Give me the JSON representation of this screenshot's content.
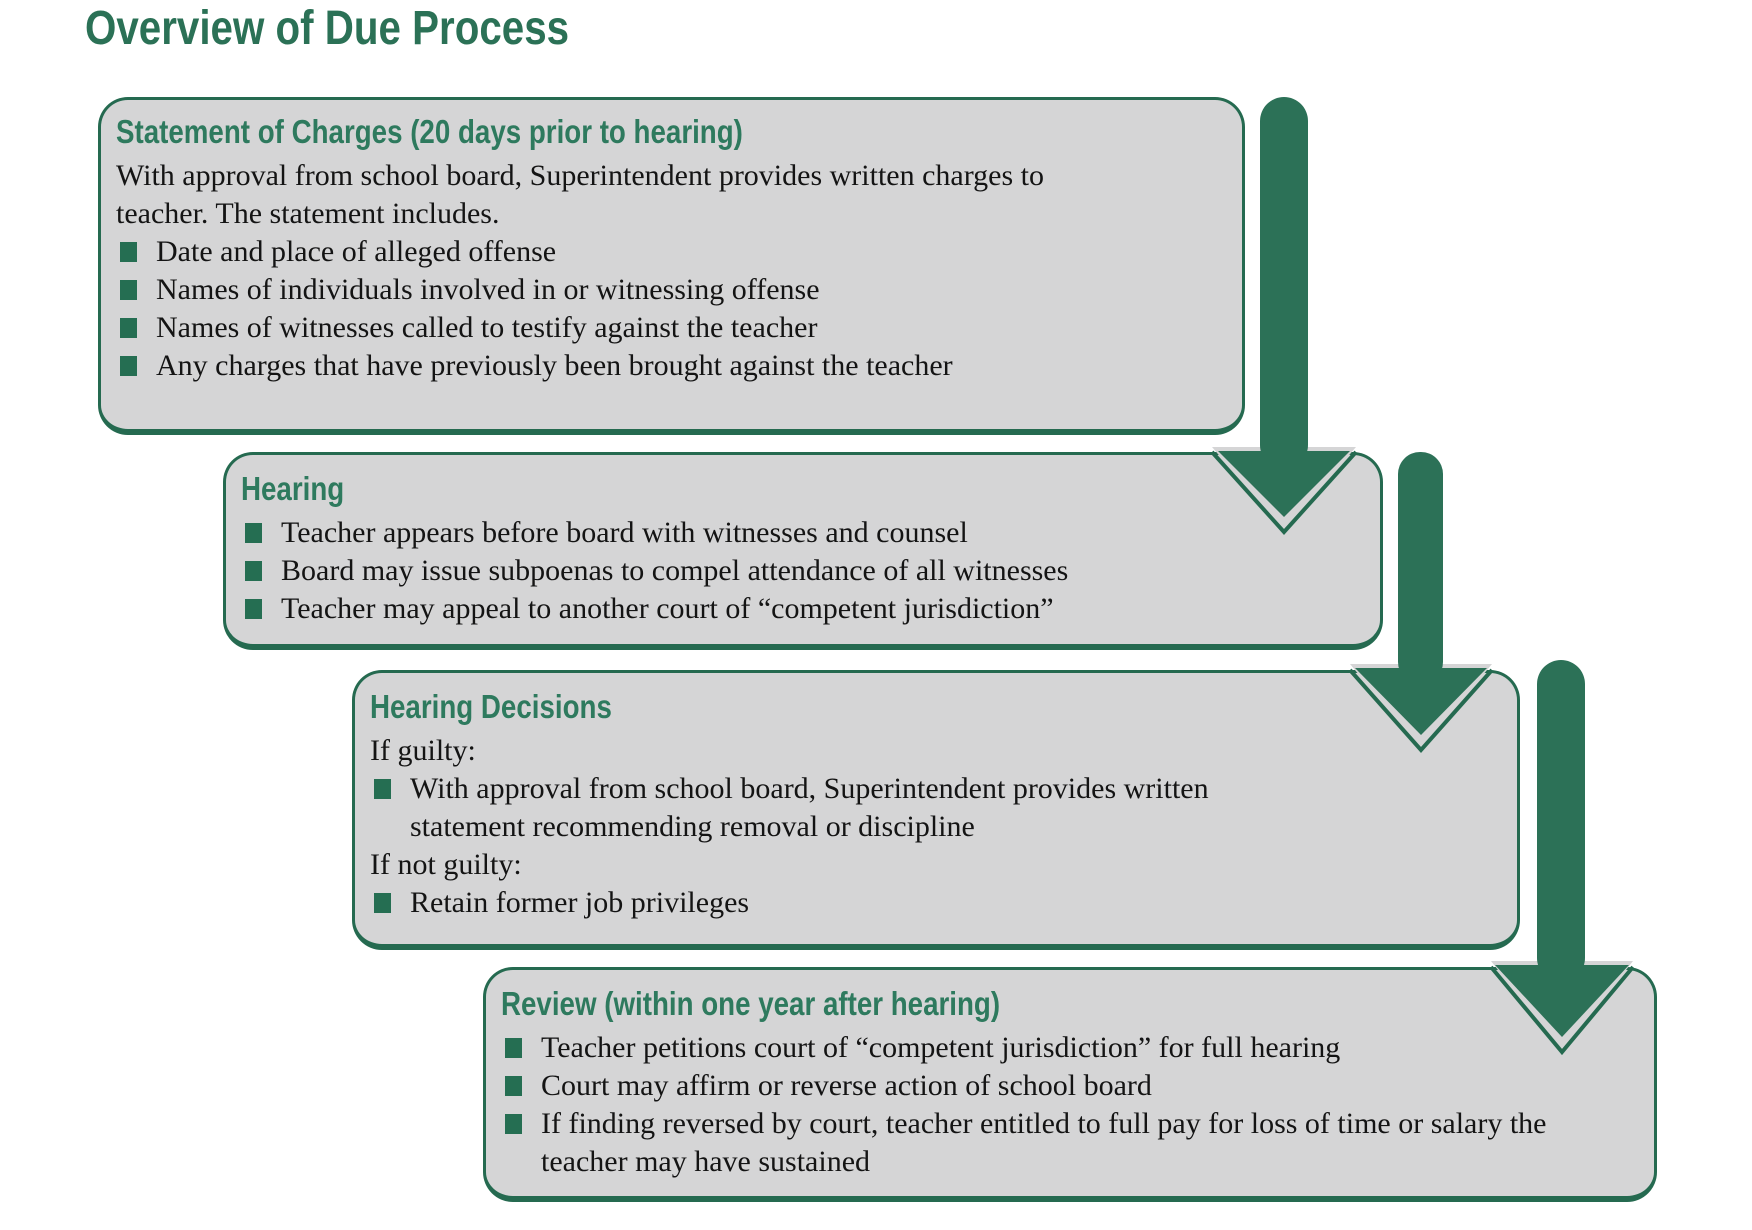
{
  "title": "Overview of Due Process",
  "colors": {
    "accent_green": "#2b7156",
    "box_border_green": "#256a50",
    "box_background_gray": "#d5d5d6",
    "body_text": "#141414"
  },
  "boxes": [
    {
      "heading": "Statement of Charges (20 days prior to hearing)",
      "intro": "With approval from school board, Superintendent provides written charges to teacher.  The statement includes.",
      "rows": [
        {
          "type": "bullet",
          "text": "Date and place of alleged offense"
        },
        {
          "type": "bullet",
          "text": "Names of individuals involved in or witnessing offense"
        },
        {
          "type": "bullet",
          "text": "Names of witnesses called to testify against the teacher"
        },
        {
          "type": "bullet",
          "text": "Any charges that have previously been brought against the teacher"
        }
      ]
    },
    {
      "heading": "Hearing",
      "rows": [
        {
          "type": "bullet",
          "text": "Teacher appears before board with witnesses and counsel"
        },
        {
          "type": "bullet",
          "text": "Board may issue subpoenas to compel attendance of all witnesses"
        },
        {
          "type": "bullet",
          "text": "Teacher may appeal to another court of “competent jurisdiction”"
        }
      ]
    },
    {
      "heading": "Hearing Decisions",
      "rows": [
        {
          "type": "text",
          "text": "If guilty:"
        },
        {
          "type": "bullet",
          "text": "With approval from school board, Superintendent provides written statement recommending removal or discipline"
        },
        {
          "type": "text",
          "text": "If not guilty:"
        },
        {
          "type": "bullet",
          "text": "Retain former job privileges"
        }
      ]
    },
    {
      "heading": "Review (within one year after hearing)",
      "rows": [
        {
          "type": "bullet",
          "text": "Teacher petitions court of “competent jurisdiction” for full hearing"
        },
        {
          "type": "bullet",
          "text": "Court may affirm or reverse action of school board"
        },
        {
          "type": "bullet",
          "text": "If finding reversed by court, teacher entitled to full pay for loss of time or salary the teacher may have sustained"
        }
      ]
    }
  ]
}
